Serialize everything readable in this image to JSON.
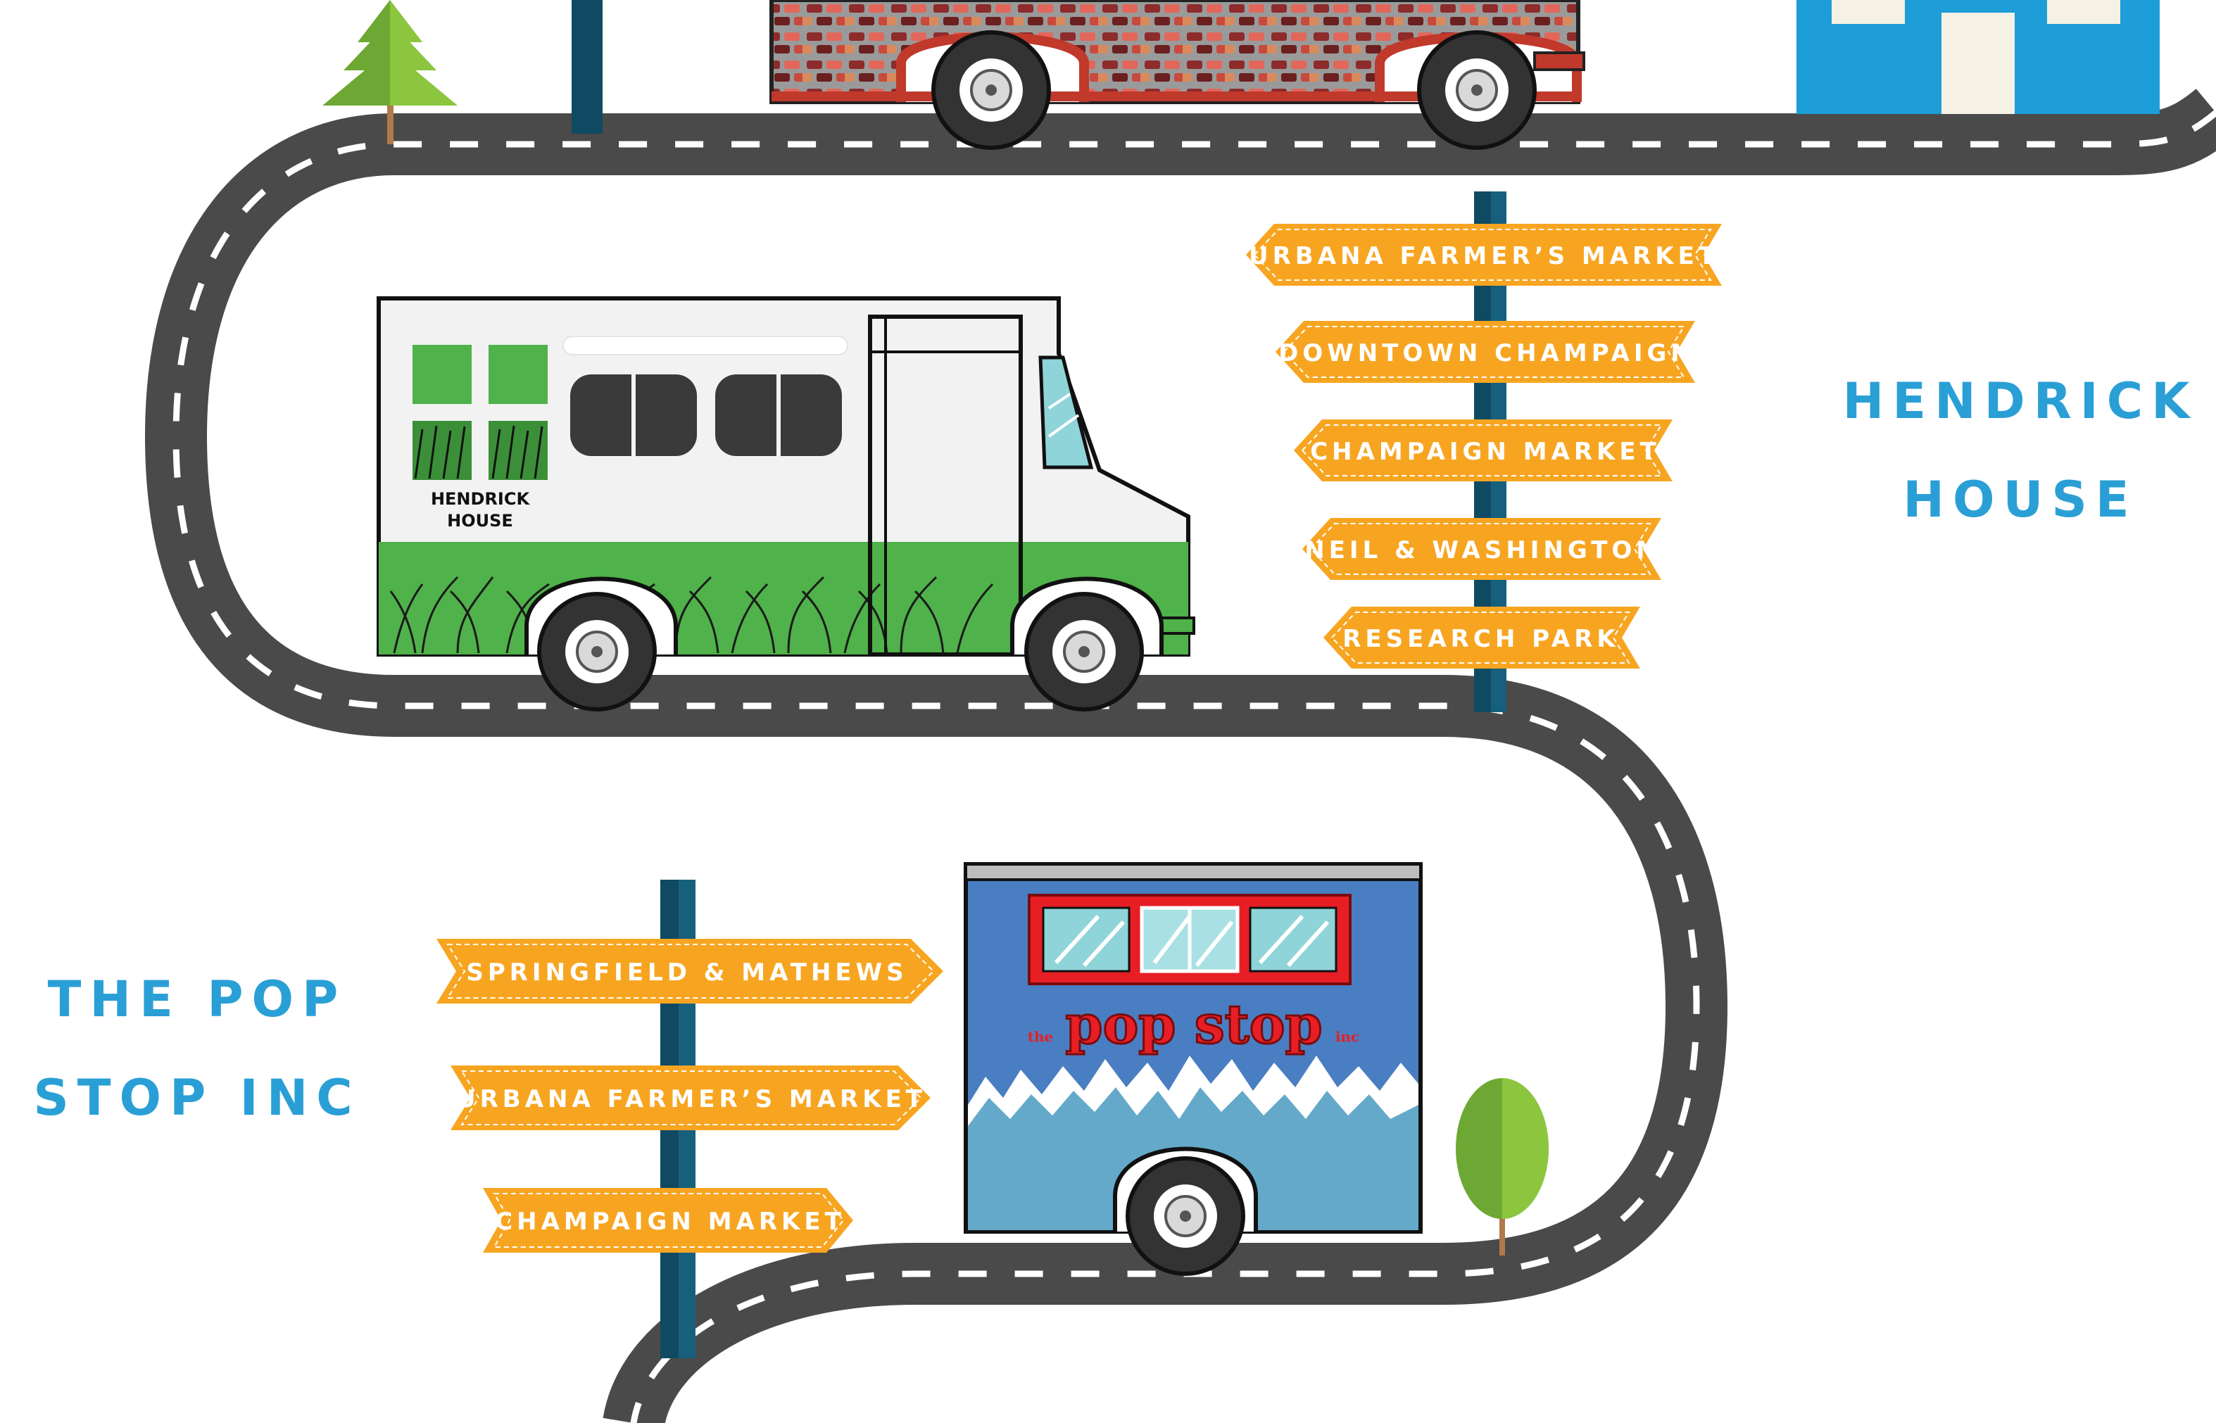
{
  "brands": {
    "hendrick": {
      "line1": "HENDRICK",
      "line2": "HOUSE"
    },
    "popstop": {
      "line1": "THE POP",
      "line2": "STOP INC"
    }
  },
  "trucks": {
    "hendrick": {
      "label_line1": "HENDRICK",
      "label_line2": "HOUSE"
    },
    "popstop": {
      "logo_small_left": "the",
      "logo_main": "pop stop",
      "logo_small_right": "inc"
    }
  },
  "signposts": {
    "hendrick": [
      {
        "label": "URBANA FARMER’S MARKET",
        "direction": "left"
      },
      {
        "label": "DOWNTOWN CHAMPAIGN",
        "direction": "left"
      },
      {
        "label": "CHAMPAIGN MARKET",
        "direction": "left"
      },
      {
        "label": "NEIL & WASHINGTON",
        "direction": "left"
      },
      {
        "label": "RESEARCH PARK",
        "direction": "left"
      }
    ],
    "popstop": [
      {
        "label": "SPRINGFIELD & MATHEWS",
        "direction": "right"
      },
      {
        "label": "URBANA FARMER’S MARKET",
        "direction": "right"
      },
      {
        "label": "CHAMPAIGN MARKET",
        "direction": "right"
      }
    ]
  },
  "colors": {
    "road": "#4a4a4a",
    "sign": "#f7a521",
    "brand_text": "#2a9fd6",
    "hendrick_green": "#4fb24a",
    "popstop_blue": "#4a7ec2",
    "brick_red": "#c0392b",
    "building_blue": "#1d9ed8",
    "tree_green": "#8cc63f",
    "post": "#0f4a62"
  },
  "icons": [
    "pine-tree-icon",
    "round-tree-icon",
    "building-icon",
    "signpost-icon",
    "food-truck-icon"
  ]
}
